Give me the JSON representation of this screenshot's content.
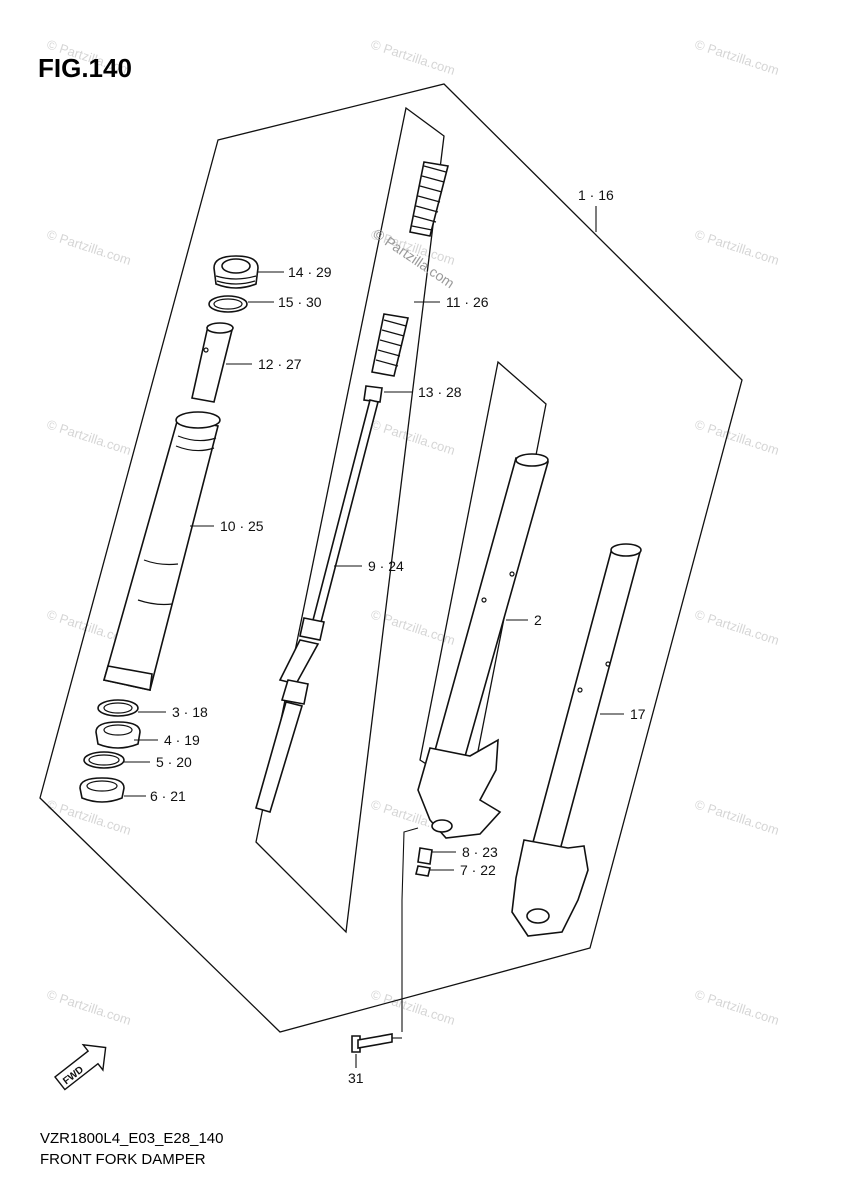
{
  "figure": {
    "title": "FIG.140"
  },
  "watermark": {
    "text": "© Partzilla.com"
  },
  "callouts": [
    {
      "id": "1-16",
      "text": "1 · 16"
    },
    {
      "id": "14-29",
      "text": "14 · 29"
    },
    {
      "id": "15-30",
      "text": "15 · 30"
    },
    {
      "id": "12-27",
      "text": "12 · 27"
    },
    {
      "id": "11-26",
      "text": "11 · 26"
    },
    {
      "id": "13-28",
      "text": "13 · 28"
    },
    {
      "id": "10-25",
      "text": "10 · 25"
    },
    {
      "id": "9-24",
      "text": "9 · 24"
    },
    {
      "id": "2",
      "text": "2"
    },
    {
      "id": "17",
      "text": "17"
    },
    {
      "id": "3-18",
      "text": "3 · 18"
    },
    {
      "id": "4-19",
      "text": "4 · 19"
    },
    {
      "id": "5-20",
      "text": "5 · 20"
    },
    {
      "id": "6-21",
      "text": "6 · 21"
    },
    {
      "id": "8-23",
      "text": "8 · 23"
    },
    {
      "id": "7-22",
      "text": "7 · 22"
    },
    {
      "id": "31",
      "text": "31"
    }
  ],
  "fwd_badge": {
    "text": "FWD"
  },
  "footer": {
    "code": "VZR1800L4_E03_E28_140",
    "caption": "FRONT FORK DAMPER"
  }
}
